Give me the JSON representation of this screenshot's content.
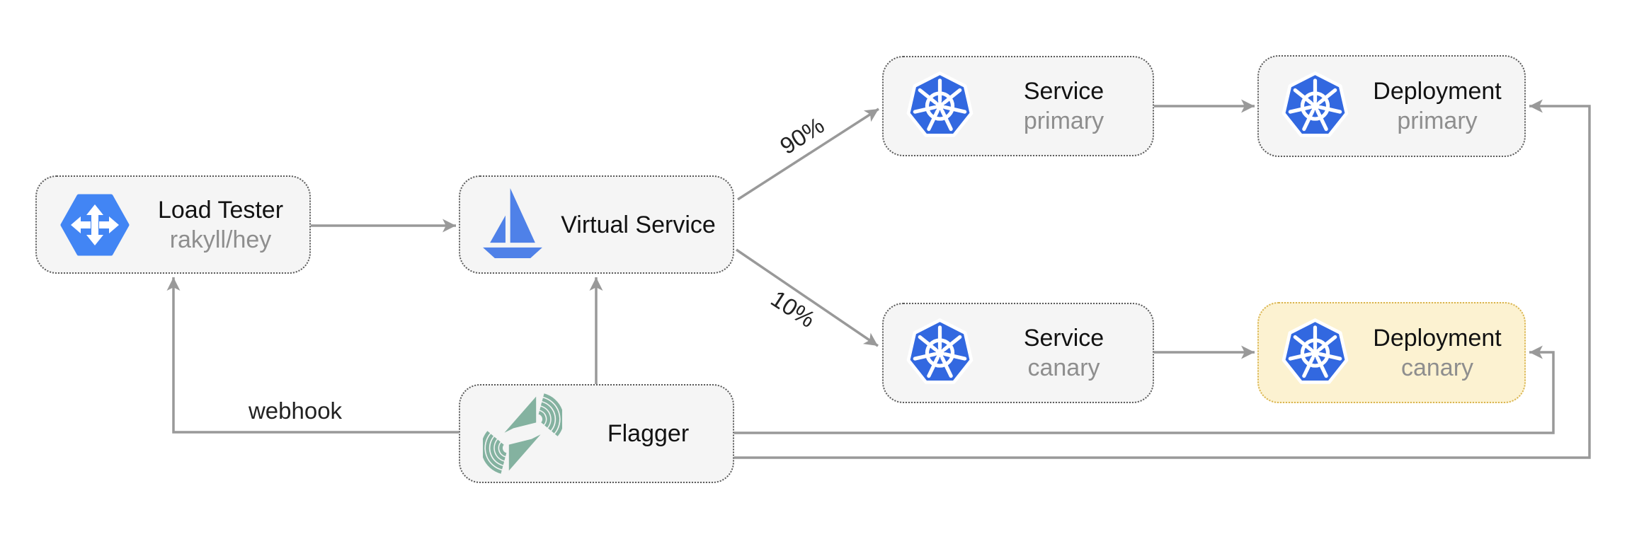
{
  "diagram": {
    "nodes": [
      {
        "id": "load-tester",
        "label": "Load Tester",
        "sublabel": "rakyll/hey",
        "icon": "load-balancer-icon",
        "variant": "default"
      },
      {
        "id": "virtual-service",
        "label": "Virtual Service",
        "sublabel": "",
        "icon": "istio-sailboat-icon",
        "variant": "default"
      },
      {
        "id": "service-primary",
        "label": "Service",
        "sublabel": "primary",
        "icon": "kubernetes-icon",
        "variant": "default"
      },
      {
        "id": "deployment-primary",
        "label": "Deployment",
        "sublabel": "primary",
        "icon": "kubernetes-icon",
        "variant": "default"
      },
      {
        "id": "service-canary",
        "label": "Service",
        "sublabel": "canary",
        "icon": "kubernetes-icon",
        "variant": "default"
      },
      {
        "id": "deployment-canary",
        "label": "Deployment",
        "sublabel": "canary",
        "icon": "kubernetes-icon",
        "variant": "highlight"
      },
      {
        "id": "flagger",
        "label": "Flagger",
        "sublabel": "",
        "icon": "flagger-icon",
        "variant": "default"
      }
    ],
    "edge_labels": {
      "primary_traffic": "90%",
      "canary_traffic": "10%",
      "webhook": "webhook"
    },
    "edges": [
      {
        "from": "load-tester",
        "to": "virtual-service"
      },
      {
        "from": "virtual-service",
        "to": "service-primary",
        "label": "90%"
      },
      {
        "from": "virtual-service",
        "to": "service-canary",
        "label": "10%"
      },
      {
        "from": "service-primary",
        "to": "deployment-primary"
      },
      {
        "from": "service-canary",
        "to": "deployment-canary"
      },
      {
        "from": "flagger",
        "to": "virtual-service"
      },
      {
        "from": "flagger",
        "to": "load-tester",
        "label": "webhook"
      },
      {
        "from": "flagger",
        "to": "deployment-canary"
      },
      {
        "from": "flagger",
        "to": "deployment-primary"
      }
    ],
    "colors": {
      "line": "#999999",
      "box_bg": "#f5f5f5",
      "box_border": "#5a5a5a",
      "highlight_bg": "#fcf2d1",
      "highlight_border": "#d9b44f",
      "kubernetes_blue": "#3268e0",
      "istio_blue": "#4f81e8",
      "gcp_blue": "#4285f4",
      "flagger_teal": "#84b2a0",
      "label": "#121212",
      "sublabel": "#8e8e8e",
      "edge_label": "#222222"
    }
  }
}
